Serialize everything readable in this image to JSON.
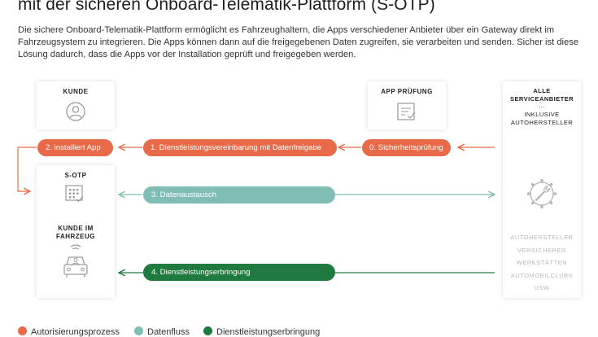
{
  "title": "mit der sicheren Onboard-Telematik-Plattform (S-OTP)",
  "description": "Die sichere Onboard-Telematik-Plattform ermöglicht es Fahrzeughaltern, die Apps verschiedener Anbieter über ein Gateway direkt im Fahrzeugsystem zu integrieren. Die Apps können dann auf die freigegebenen Daten zugreifen, sie verarbeiten und senden. Sicher ist diese Lösung dadurch, dass die Apps vor der Installation geprüft und freigegeben werden.",
  "cards": {
    "kunde": {
      "label": "KUNDE",
      "icon": "user-icon"
    },
    "app_pruefung": {
      "label": "APP PRÜFUNG",
      "icon": "document-check-icon"
    },
    "sotp": {
      "label": "S-OTP",
      "icon": "device-grid-icon"
    },
    "kunde_fahrzeug": {
      "label_line1": "KUNDE IM",
      "label_line2": "FAHRZEUG",
      "icon": "connected-car-icon"
    },
    "provider": {
      "line1": "ALLE",
      "line2": "SERVICEANBIETER",
      "line3": "...",
      "line4": "INKLUSIVE",
      "line5": "AUTOHERSTELLER",
      "icon": "wrench-gear-icon",
      "list": [
        "AUTOHERSTELLER",
        "VERSICHERER",
        "WERKSTÄTTEN",
        "AUTOMOBILCLUBS",
        "USW"
      ]
    }
  },
  "steps": {
    "step0": "0. Sicherheitsprüfung",
    "step1": "1. Dienstleistungsvereinbarung mit Datenfreigabe",
    "step2": "2. installiert App",
    "step3": "3. Datenaustausch",
    "step4": "4. Dienstleistungserbringung"
  },
  "legend": [
    {
      "label": "Autorisierungsprozess",
      "color": "#e86a48"
    },
    {
      "label": "Datenfluss",
      "color": "#7fbdb5"
    },
    {
      "label": "Dienstleistungserbringung",
      "color": "#1f7a40"
    }
  ],
  "colors": {
    "orange": "#e86a48",
    "teal": "#7fbdb5",
    "green": "#1f7a40",
    "icon_gray": "#9a9a9a"
  }
}
